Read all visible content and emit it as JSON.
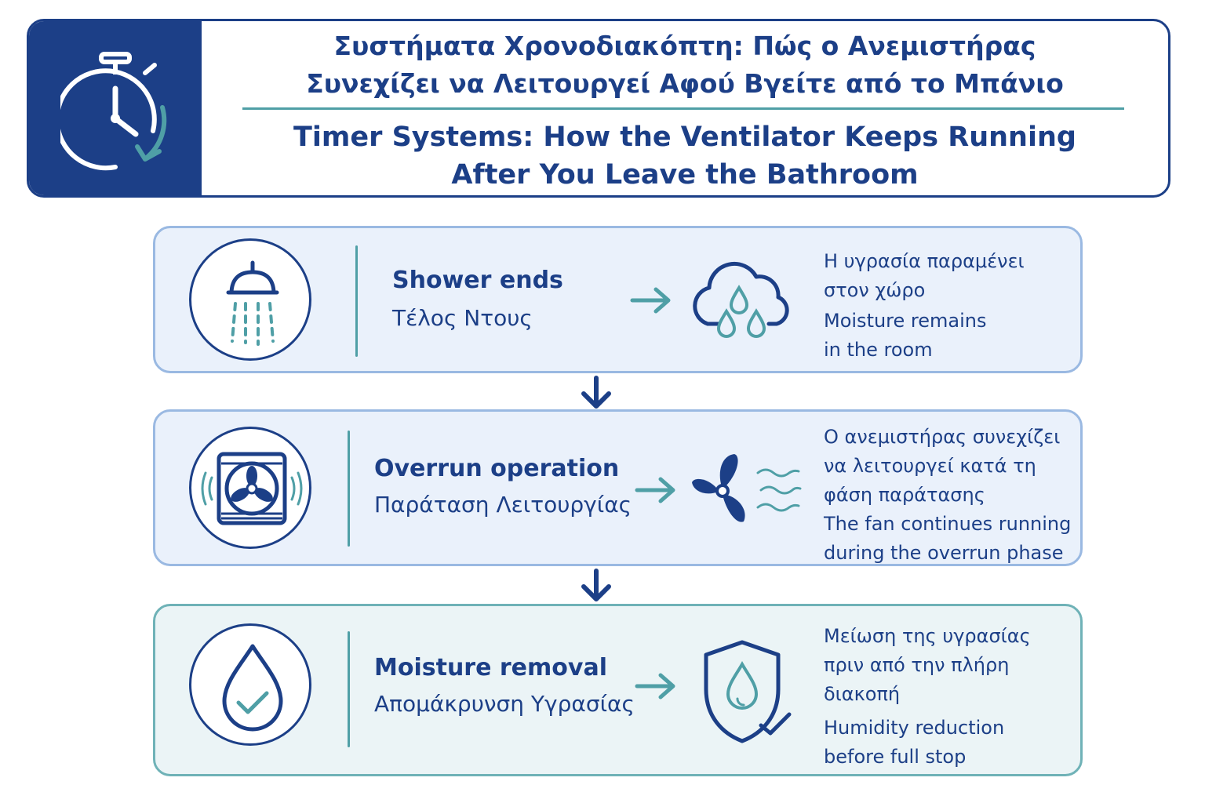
{
  "header": {
    "title_el_line1": "Συστήματα Χρονοδιακόπτη: Πώς ο Ανεμιστήρας",
    "title_el_line2": "Συνεχίζει να Λειτουργεί Αφού Βγείτε από το Μπάνιο",
    "title_en_line1": "Timer Systems: How the Ventilator Keeps Running",
    "title_en_line2": "After You Leave the Bathroom",
    "icon": "stopwatch-icon"
  },
  "colors": {
    "navy": "#1c3f87",
    "teal": "#4f9fa6",
    "step_bg": "#eaf1fb",
    "step_border": "#9ab9e2",
    "step3_border": "#6fb2b7"
  },
  "steps": [
    {
      "title": "Shower ends",
      "subtitle": "Τέλος Ντους",
      "icon": "shower-head-icon",
      "result_icon": "cloud-droplets-icon",
      "desc_el_1": "Η υγρασία παραμένει",
      "desc_el_2": "στον χώρο",
      "desc_en_1": "Moisture remains",
      "desc_en_2": "in the room"
    },
    {
      "title": "Overrun operation",
      "subtitle": "Παράταση Λειτουργίας",
      "icon": "exhaust-fan-icon",
      "result_icon": "fan-airflow-icon",
      "desc_el_1": "Ο ανεμιστήρας συνεχίζει",
      "desc_el_2": "να λειτουργεί κατά τη",
      "desc_el_3": "φάση παράτασης",
      "desc_en_1": "The fan continues running",
      "desc_en_2": "during the overrun phase"
    },
    {
      "title": "Moisture removal",
      "subtitle": "Απομάκρυνση Υγρασίας",
      "icon": "droplet-check-icon",
      "result_icon": "shield-droplet-icon",
      "desc_el_1": "Μείωση της υγρασίας",
      "desc_el_2": "πριν από την πλήρη",
      "desc_el_3": "διακοπή",
      "desc_en_1": "Humidity reduction",
      "desc_en_2": "before full stop"
    }
  ]
}
